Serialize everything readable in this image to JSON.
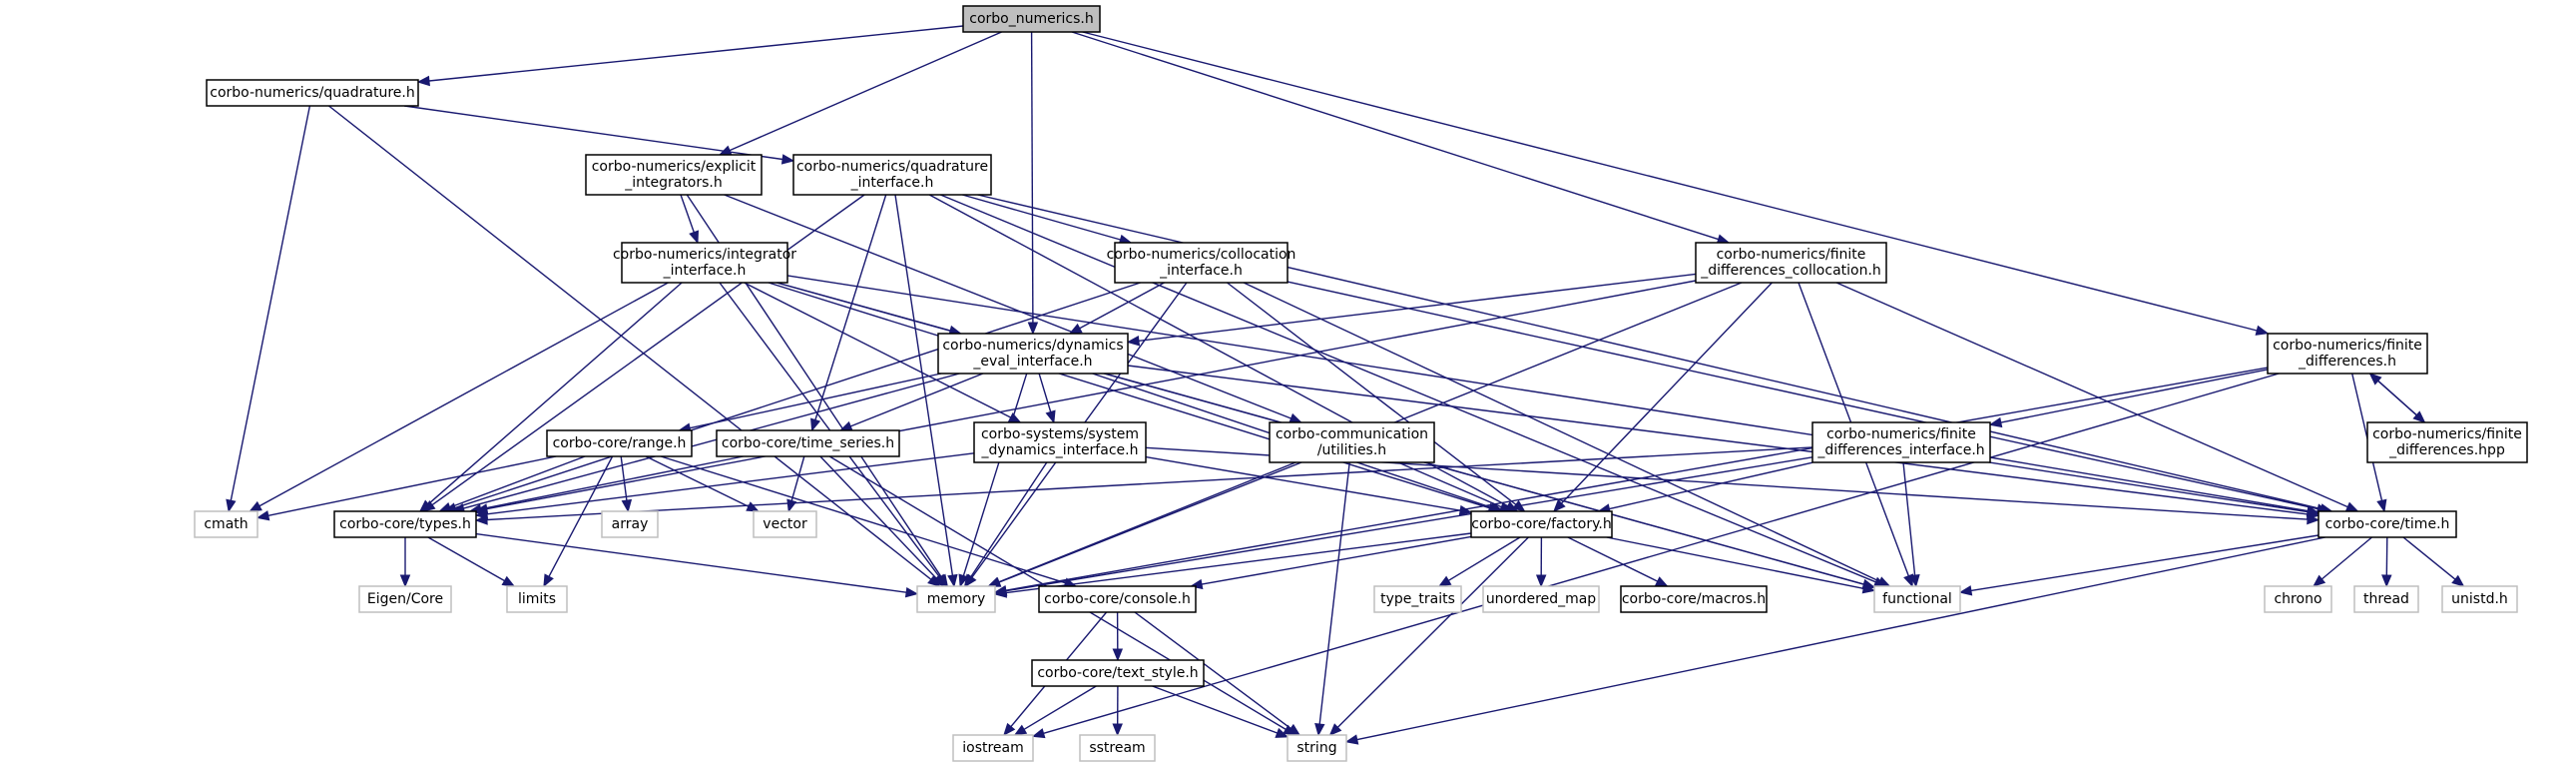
{
  "diagram": {
    "type": "include-dependency-graph",
    "root": "corbo_numerics.h",
    "colors": {
      "edge": "#191970",
      "root_fill": "#bfbfbf",
      "node_border": "#000000",
      "system_border": "#bfbfbf"
    },
    "nodes": [
      {
        "id": "root",
        "kind": "root",
        "lines": [
          "corbo_numerics.h"
        ]
      },
      {
        "id": "quadrature",
        "kind": "project",
        "lines": [
          "corbo-numerics/quadrature.h"
        ]
      },
      {
        "id": "explicit",
        "kind": "project",
        "lines": [
          "corbo-numerics/explicit",
          "_integrators.h"
        ]
      },
      {
        "id": "quadint",
        "kind": "project",
        "lines": [
          "corbo-numerics/quadrature",
          "_interface.h"
        ]
      },
      {
        "id": "integ",
        "kind": "project",
        "lines": [
          "corbo-numerics/integrator",
          "_interface.h"
        ]
      },
      {
        "id": "colloc",
        "kind": "project",
        "lines": [
          "corbo-numerics/collocation",
          "_interface.h"
        ]
      },
      {
        "id": "fdcoll",
        "kind": "project",
        "lines": [
          "corbo-numerics/finite",
          "_differences_collocation.h"
        ]
      },
      {
        "id": "dyn",
        "kind": "project",
        "lines": [
          "corbo-numerics/dynamics",
          "_eval_interface.h"
        ]
      },
      {
        "id": "fd",
        "kind": "project",
        "lines": [
          "corbo-numerics/finite",
          "_differences.h"
        ]
      },
      {
        "id": "range",
        "kind": "project",
        "lines": [
          "corbo-core/range.h"
        ]
      },
      {
        "id": "tseries",
        "kind": "project",
        "lines": [
          "corbo-core/time_series.h"
        ]
      },
      {
        "id": "sysdyn",
        "kind": "project",
        "lines": [
          "corbo-systems/system",
          "_dynamics_interface.h"
        ]
      },
      {
        "id": "comm",
        "kind": "project",
        "lines": [
          "corbo-communication",
          "/utilities.h"
        ]
      },
      {
        "id": "fdint",
        "kind": "project",
        "lines": [
          "corbo-numerics/finite",
          "_differences_interface.h"
        ]
      },
      {
        "id": "fdhpp",
        "kind": "project",
        "lines": [
          "corbo-numerics/finite",
          "_differences.hpp"
        ]
      },
      {
        "id": "cmath",
        "kind": "system",
        "lines": [
          "cmath"
        ]
      },
      {
        "id": "types",
        "kind": "project",
        "lines": [
          "corbo-core/types.h"
        ]
      },
      {
        "id": "array",
        "kind": "system",
        "lines": [
          "array"
        ]
      },
      {
        "id": "vector",
        "kind": "system",
        "lines": [
          "vector"
        ]
      },
      {
        "id": "factory",
        "kind": "project",
        "lines": [
          "corbo-core/factory.h"
        ]
      },
      {
        "id": "time",
        "kind": "project",
        "lines": [
          "corbo-core/time.h"
        ]
      },
      {
        "id": "eigen",
        "kind": "system",
        "lines": [
          "Eigen/Core"
        ]
      },
      {
        "id": "limits",
        "kind": "system",
        "lines": [
          "limits"
        ]
      },
      {
        "id": "memory",
        "kind": "system",
        "lines": [
          "memory"
        ]
      },
      {
        "id": "console",
        "kind": "project",
        "lines": [
          "corbo-core/console.h"
        ]
      },
      {
        "id": "typetraits",
        "kind": "system",
        "lines": [
          "type_traits"
        ]
      },
      {
        "id": "umap",
        "kind": "system",
        "lines": [
          "unordered_map"
        ]
      },
      {
        "id": "macros",
        "kind": "project",
        "lines": [
          "corbo-core/macros.h"
        ]
      },
      {
        "id": "functional",
        "kind": "system",
        "lines": [
          "functional"
        ]
      },
      {
        "id": "chrono",
        "kind": "system",
        "lines": [
          "chrono"
        ]
      },
      {
        "id": "thread",
        "kind": "system",
        "lines": [
          "thread"
        ]
      },
      {
        "id": "unistd",
        "kind": "system",
        "lines": [
          "unistd.h"
        ]
      },
      {
        "id": "textstyle",
        "kind": "project",
        "lines": [
          "corbo-core/text_style.h"
        ]
      },
      {
        "id": "iostream",
        "kind": "system",
        "lines": [
          "iostream"
        ]
      },
      {
        "id": "sstream",
        "kind": "system",
        "lines": [
          "sstream"
        ]
      },
      {
        "id": "string",
        "kind": "system",
        "lines": [
          "string"
        ]
      }
    ],
    "edges": [
      [
        "root",
        "quadrature"
      ],
      [
        "root",
        "explicit"
      ],
      [
        "root",
        "dyn"
      ],
      [
        "root",
        "fdcoll"
      ],
      [
        "root",
        "fd"
      ],
      [
        "quadrature",
        "quadint"
      ],
      [
        "quadrature",
        "cmath"
      ],
      [
        "quadrature",
        "memory"
      ],
      [
        "explicit",
        "integ"
      ],
      [
        "explicit",
        "memory"
      ],
      [
        "explicit",
        "comm"
      ],
      [
        "quadint",
        "colloc"
      ],
      [
        "quadint",
        "types"
      ],
      [
        "quadint",
        "factory"
      ],
      [
        "quadint",
        "functional"
      ],
      [
        "quadint",
        "time"
      ],
      [
        "quadint",
        "memory"
      ],
      [
        "quadint",
        "tseries"
      ],
      [
        "integ",
        "dyn"
      ],
      [
        "integ",
        "sysdyn"
      ],
      [
        "integ",
        "types"
      ],
      [
        "integ",
        "cmath"
      ],
      [
        "integ",
        "memory"
      ],
      [
        "integ",
        "factory"
      ],
      [
        "integ",
        "functional"
      ],
      [
        "integ",
        "time"
      ],
      [
        "colloc",
        "dyn"
      ],
      [
        "colloc",
        "types"
      ],
      [
        "colloc",
        "factory"
      ],
      [
        "colloc",
        "memory"
      ],
      [
        "colloc",
        "functional"
      ],
      [
        "colloc",
        "time"
      ],
      [
        "fdcoll",
        "dyn"
      ],
      [
        "fdcoll",
        "types"
      ],
      [
        "fdcoll",
        "factory"
      ],
      [
        "fdcoll",
        "memory"
      ],
      [
        "fdcoll",
        "functional"
      ],
      [
        "fdcoll",
        "time"
      ],
      [
        "dyn",
        "range"
      ],
      [
        "dyn",
        "tseries"
      ],
      [
        "dyn",
        "sysdyn"
      ],
      [
        "dyn",
        "types"
      ],
      [
        "dyn",
        "factory"
      ],
      [
        "dyn",
        "memory"
      ],
      [
        "dyn",
        "functional"
      ],
      [
        "dyn",
        "time"
      ],
      [
        "fd",
        "fdint"
      ],
      [
        "fd",
        "fdhpp"
      ],
      [
        "fd",
        "memory"
      ],
      [
        "fd",
        "iostream"
      ],
      [
        "fd",
        "time"
      ],
      [
        "fdhpp",
        "fd"
      ],
      [
        "range",
        "types"
      ],
      [
        "range",
        "array"
      ],
      [
        "range",
        "vector"
      ],
      [
        "range",
        "limits"
      ],
      [
        "range",
        "cmath"
      ],
      [
        "range",
        "console"
      ],
      [
        "tseries",
        "types"
      ],
      [
        "tseries",
        "vector"
      ],
      [
        "tseries",
        "memory"
      ],
      [
        "tseries",
        "string"
      ],
      [
        "sysdyn",
        "types"
      ],
      [
        "sysdyn",
        "factory"
      ],
      [
        "sysdyn",
        "memory"
      ],
      [
        "sysdyn",
        "time"
      ],
      [
        "comm",
        "factory"
      ],
      [
        "comm",
        "memory"
      ],
      [
        "comm",
        "string"
      ],
      [
        "fdint",
        "types"
      ],
      [
        "fdint",
        "factory"
      ],
      [
        "fdint",
        "memory"
      ],
      [
        "fdint",
        "functional"
      ],
      [
        "fdint",
        "time"
      ],
      [
        "types",
        "eigen"
      ],
      [
        "types",
        "limits"
      ],
      [
        "types",
        "memory"
      ],
      [
        "factory",
        "typetraits"
      ],
      [
        "factory",
        "umap"
      ],
      [
        "factory",
        "macros"
      ],
      [
        "factory",
        "memory"
      ],
      [
        "factory",
        "console"
      ],
      [
        "factory",
        "functional"
      ],
      [
        "factory",
        "string"
      ],
      [
        "time",
        "chrono"
      ],
      [
        "time",
        "thread"
      ],
      [
        "time",
        "unistd"
      ],
      [
        "time",
        "functional"
      ],
      [
        "time",
        "string"
      ],
      [
        "console",
        "textstyle"
      ],
      [
        "console",
        "iostream"
      ],
      [
        "console",
        "string"
      ],
      [
        "textstyle",
        "iostream"
      ],
      [
        "textstyle",
        "sstream"
      ],
      [
        "textstyle",
        "string"
      ]
    ]
  }
}
